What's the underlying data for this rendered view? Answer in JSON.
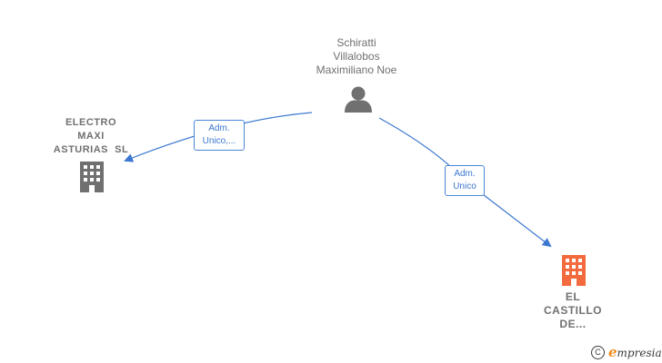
{
  "nodes": {
    "person": {
      "lines": [
        "Schiratti",
        "Villalobos",
        "Maximiliano Noe"
      ],
      "icon": "person-icon",
      "color": "#707070"
    },
    "company_left": {
      "lines": [
        "ELECTRO",
        "MAXI",
        "ASTURIAS  SL"
      ],
      "icon": "building-icon",
      "color": "#707070"
    },
    "company_right": {
      "lines": [
        "EL",
        "CASTILLO",
        "DE..."
      ],
      "icon": "building-icon",
      "color": "#f26a3d"
    }
  },
  "edges": [
    {
      "from": "person",
      "to": "company_left",
      "label_lines": [
        "Adm.",
        "Unico,..."
      ]
    },
    {
      "from": "person",
      "to": "company_right",
      "label_lines": [
        "Adm.",
        "Unico"
      ]
    }
  ],
  "edge_color": "#3c78d0",
  "brand": {
    "symbol": "C",
    "initial": "e",
    "rest": "mpresia",
    "icon": "copyright-icon",
    "accent": "#f08a1c"
  }
}
